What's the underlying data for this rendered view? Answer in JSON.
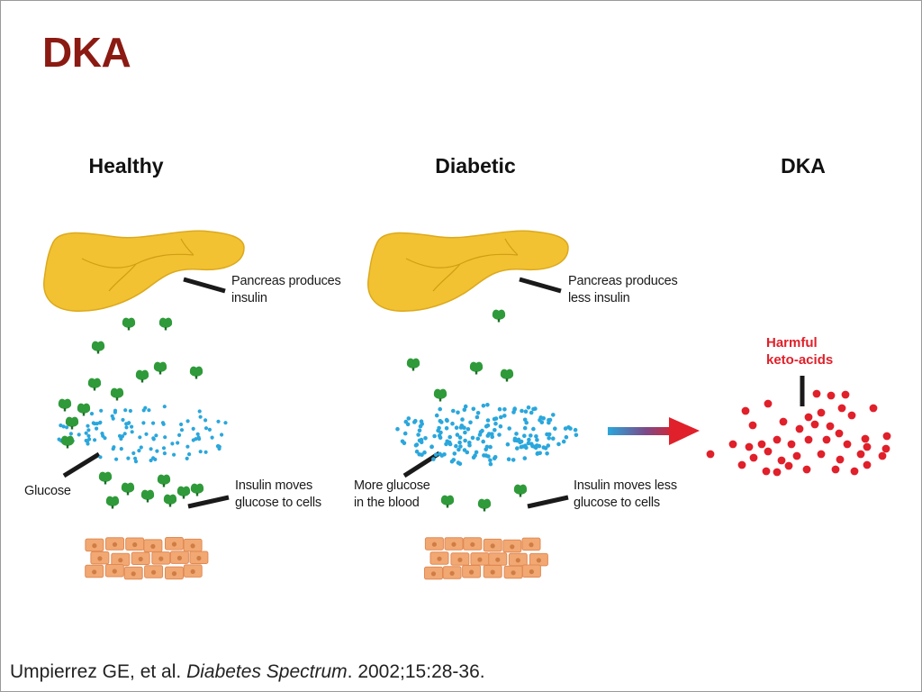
{
  "slide_title": "DKA",
  "columns": {
    "healthy": "Healthy",
    "diabetic": "Diabetic",
    "dka": "DKA"
  },
  "labels": {
    "healthy_pancreas": "Pancreas produces\ninsulin",
    "healthy_glucose": "Glucose",
    "healthy_insulin_moves": "Insulin moves\nglucose to cells",
    "diabetic_pancreas": "Pancreas produces\nless insulin",
    "diabetic_glucose": "More glucose\nin the blood",
    "diabetic_insulin_moves": "Insulin moves less\nglucose to cells",
    "ketoacids": "Harmful\nketo-acids"
  },
  "citation": {
    "authors": "Umpierrez GE, et al. ",
    "journal": "Diabetes Spectrum",
    "details": ". 2002;15:28-36."
  },
  "colors": {
    "title": "#8b1a12",
    "pancreas": "#f2c232",
    "insulin": "#2f9a3a",
    "glucose": "#2aa7dc",
    "cells": "#f2a873",
    "ketoacid": "#e0202a"
  },
  "icons": [
    "pancreas-illustration",
    "insulin-molecule",
    "glucose-dot",
    "cell-tissue",
    "transition-arrow",
    "ketoacid-dot"
  ]
}
